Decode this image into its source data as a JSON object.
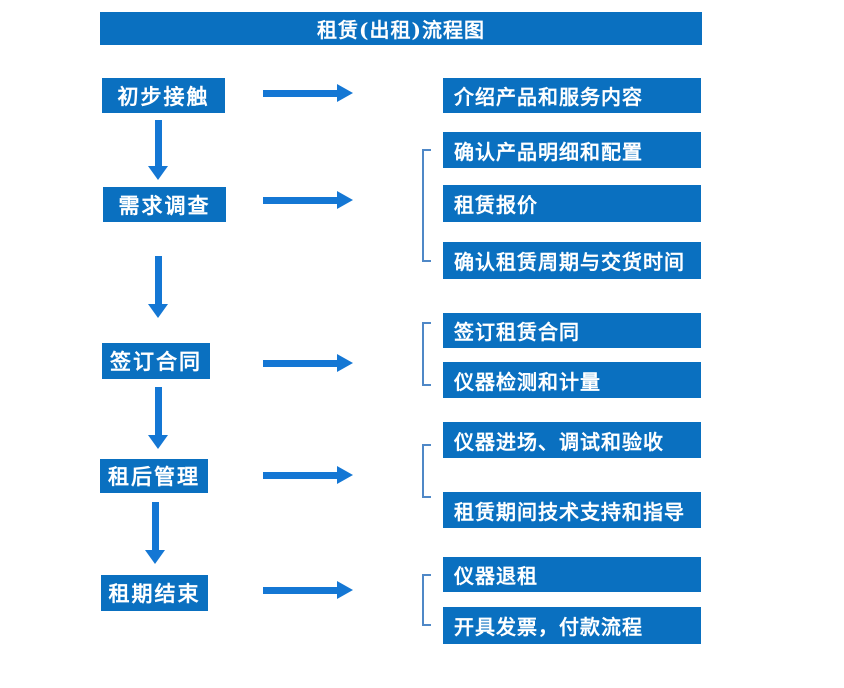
{
  "title": "租赁(出租)流程图",
  "colors": {
    "box_blue": "#0a70c0",
    "arrow_blue": "#1477d4",
    "bracket_blue": "#4f88c7",
    "text_white": "#ffffff"
  },
  "rows": [
    {
      "step": "初步接触",
      "details": [
        "介绍产品和服务内容"
      ]
    },
    {
      "step": "需求调查",
      "details": [
        "确认产品明细和配置",
        "租赁报价",
        "确认租赁周期与交货时间"
      ]
    },
    {
      "step": "签订合同",
      "details": [
        "签订租赁合同",
        "仪器检测和计量"
      ]
    },
    {
      "step": "租后管理",
      "details": [
        "仪器进场、调试和验收",
        "租赁期间技术支持和指导"
      ]
    },
    {
      "step": "租期结束",
      "details": [
        "仪器退租",
        "开具发票，付款流程"
      ]
    }
  ]
}
